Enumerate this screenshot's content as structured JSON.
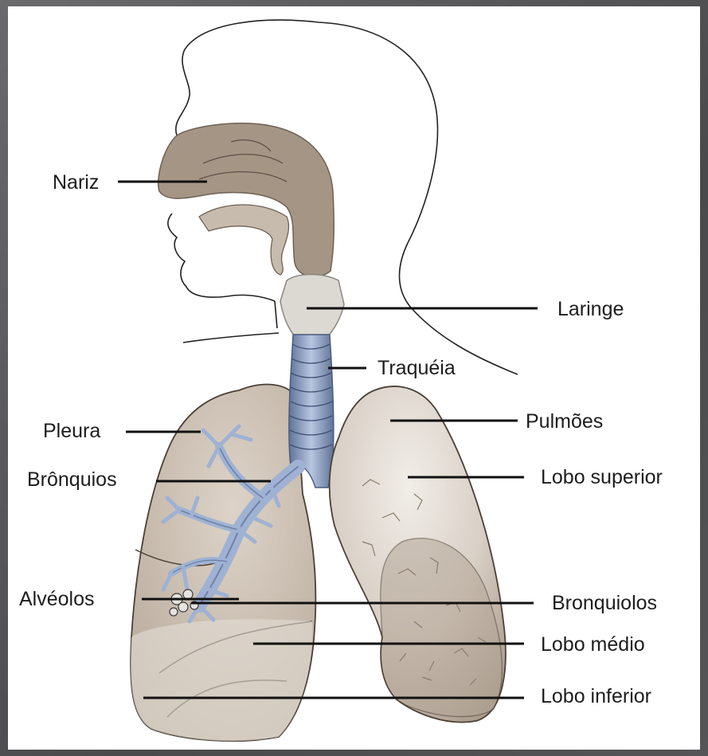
{
  "diagram": {
    "labels": {
      "nariz": "Nariz",
      "laringe": "Laringe",
      "traqueia": "Traquéia",
      "pleura": "Pleura",
      "pulmoes": "Pulmões",
      "bronquios": "Brônquios",
      "lobo_superior": "Lobo superior",
      "alveolos": "Alvéolos",
      "bronquiolos": "Bronquiolos",
      "lobo_medio": "Lobo médio",
      "lobo_inferior": "Lobo inferior"
    },
    "colors": {
      "background_frame": "#58585a",
      "canvas": "#ffffff",
      "nasal_cavity": "#a59585",
      "lung_tissue": "#b8aa9b",
      "lung_highlight": "#ebe6df",
      "trachea": "#8ea1c4",
      "bronchi": "#9fb2d4",
      "leader_line": "#111111"
    }
  }
}
